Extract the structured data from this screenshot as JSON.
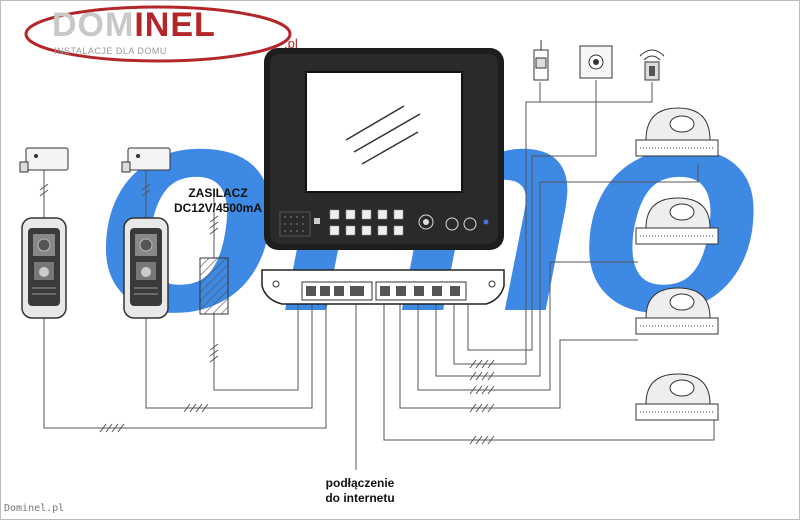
{
  "logo": {
    "name_part1": "DOM",
    "name_part2": "INEL",
    "tld": ".pl",
    "tagline": "INSTALACJE DLA DOMU"
  },
  "watermark": "orno",
  "labels": {
    "power_supply_line1": "ZASILACZ",
    "power_supply_line2": "DC12V/4500mA",
    "internet_line1": "podłączenie",
    "internet_line2": "do internetu"
  },
  "footer": "Dominel.pl",
  "colors": {
    "watermark_blue": "#2a7de1",
    "logo_red": "#b3262a",
    "wire": "#555555"
  }
}
